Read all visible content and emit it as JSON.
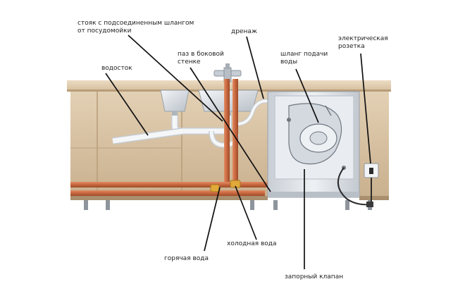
{
  "labels": {
    "stoyak_line1": "стояк с подсоединенным шлангом",
    "stoyak_line2": "от посудомойки",
    "drenazh": "дренаж",
    "paz_line1": "паз в боковой",
    "paz_line2": "стенке",
    "vodostok": "водосток",
    "shlang_line1": "шланг подачи",
    "shlang_line2": "воды",
    "rozetka_line1": "электрическая",
    "rozetka_line2": "розетка",
    "hot_water": "горячая вода",
    "cold_water": "холодная вода",
    "valve": "запорный клапан"
  },
  "colors": {
    "cabinet": "#d9c4a6",
    "cabinet_dark": "#bfa583",
    "countertop": "#e2cfb3",
    "pipe": "#c8673f",
    "fitting": "#e0a93a",
    "drain": "#eef2f5",
    "appliance": "#dfe3e8",
    "leader": "#111111"
  }
}
